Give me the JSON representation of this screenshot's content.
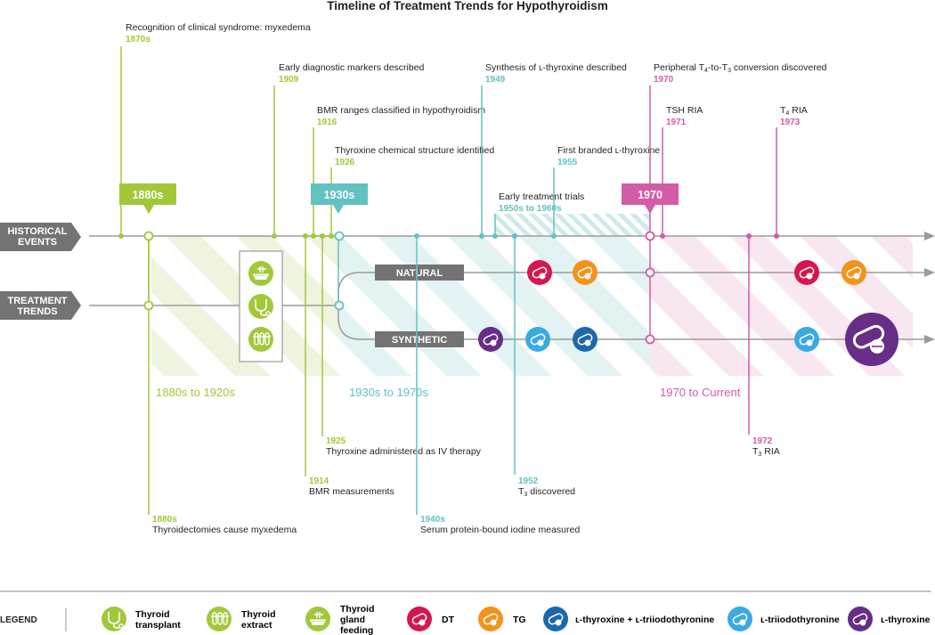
{
  "title": "Timeline of Treatment Trends for Hypothyroidism",
  "colors": {
    "green": "#a2c83a",
    "teal": "#62c2c1",
    "pink": "#d45ca6",
    "gray": "#9b9b9b",
    "dark_gray": "#737373",
    "dt": "#d6164f",
    "tg": "#f29419",
    "lt_t3": "#1e67ad",
    "t3": "#3aaae3",
    "lt": "#672d87"
  },
  "rows": {
    "historical": "HISTORICAL EVENTS",
    "historical_l1": "HISTORICAL",
    "historical_l2": "EVENTS",
    "treatment_l1": "TREATMENT",
    "treatment_l2": "TRENDS"
  },
  "eras": {
    "e1_tag": "1880s",
    "e2_tag": "1930s",
    "e3_tag": "1970",
    "e1_label": "1880s to 1920s",
    "e2_label": "1930s to 1970s",
    "e3_label": "1970 to Current"
  },
  "branches": {
    "natural": "NATURAL",
    "synthetic": "SYNTHETIC"
  },
  "events": {
    "a_text": "Recognition of clinical syndrome: myxedema",
    "a_year": "1870s",
    "b_text": "Early diagnostic markers described",
    "b_year": "1909",
    "c_text": "BMR ranges classified in hypothyroidism",
    "c_year": "1916",
    "d_text": "Thyroxine chemical structure identified",
    "d_year": "1926",
    "e_text": "Synthesis of ʟ-thyroxine described",
    "e_year": "1949",
    "f_text": "Early treatment trials",
    "f_year": "1950s to 1960s",
    "g_text": "First branded ʟ-thyroxine",
    "g_year": "1955",
    "h_year": "1970",
    "i_text": "TSH RIA",
    "i_year": "1971",
    "j_year": "1973",
    "k_year": "1925",
    "k_text": "Thyroxine administered as IV therapy",
    "l_year": "1914",
    "l_text": "BMR measurements",
    "m_year": "1880s",
    "m_text": "Thyroidectomies cause myxedema",
    "n_year": "1940s",
    "n_text": "Serum protein-bound iodine measured",
    "o_year": "1952",
    "q_year": "1972"
  },
  "legend": {
    "heading": "LEGEND",
    "transplant_1": "Thyroid",
    "transplant_2": "transplant",
    "extract_1": "Thyroid",
    "extract_2": "extract",
    "feeding_1": "Thyroid",
    "feeding_2": "gland",
    "feeding_3": "feeding",
    "dt": "DT",
    "tg": "TG",
    "lt_t3": "ʟ-thyroxine + ʟ-triiodothyronine",
    "t3": "ʟ-triiodothyronine",
    "lt": "ʟ-thyroxine"
  },
  "icons": [
    "stethoscope-icon",
    "test-tubes-icon",
    "feeding-bowl-icon",
    "pill-icon"
  ]
}
